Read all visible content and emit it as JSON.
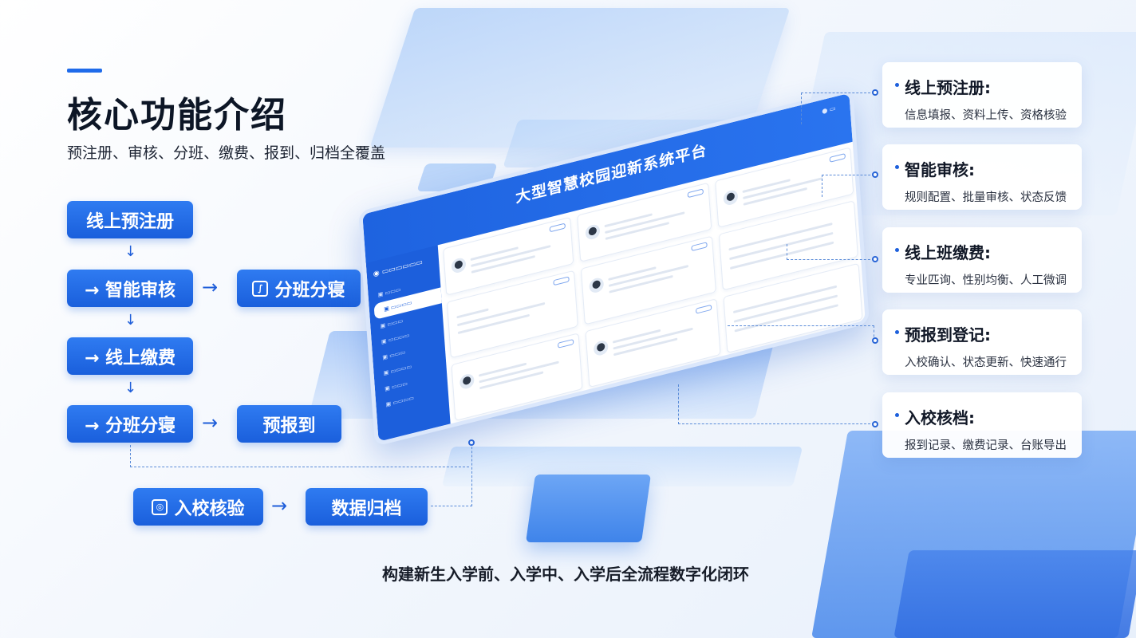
{
  "header": {
    "title": "核心功能介绍",
    "subtitle": "预注册、审核、分班、缴费、报到、归档全覆盖"
  },
  "flow": {
    "step1": "线上预注册",
    "step2": "→ 智能审核",
    "step2_side": "分班分寝",
    "step3": "→ 线上缴费",
    "step4": "→ 分班分寝",
    "step4_side": "预报到",
    "step5": "入校核验",
    "step6": "数据归档",
    "arrow_right": "→",
    "arrow_down": "↓"
  },
  "dashboard": {
    "title": "大型智慧校园迎新系统平台"
  },
  "features": [
    {
      "title": "线上预注册:",
      "desc": "信息填报、资料上传、资格核验"
    },
    {
      "title": "智能审核:",
      "desc": "规则配置、批量审核、状态反馈"
    },
    {
      "title": "线上班缴费:",
      "desc": "专业匹询、性别均衡、人工微调"
    },
    {
      "title": "预报到登记:",
      "desc": "入校确认、状态更新、快速通行"
    },
    {
      "title": "入校核档:",
      "desc": "报到记录、缴费记录、台账导出"
    }
  ],
  "footer": {
    "tagline": "构建新生入学前、入学中、入学后全流程数字化闭环"
  },
  "colors": {
    "brand_blue": "#1f6bea",
    "button_blue": "#2f7bf1",
    "text_dark": "#0d1626"
  },
  "icons": {
    "assign_icon": "dormitory-assign-icon",
    "verify_icon": "id-verify-icon"
  }
}
